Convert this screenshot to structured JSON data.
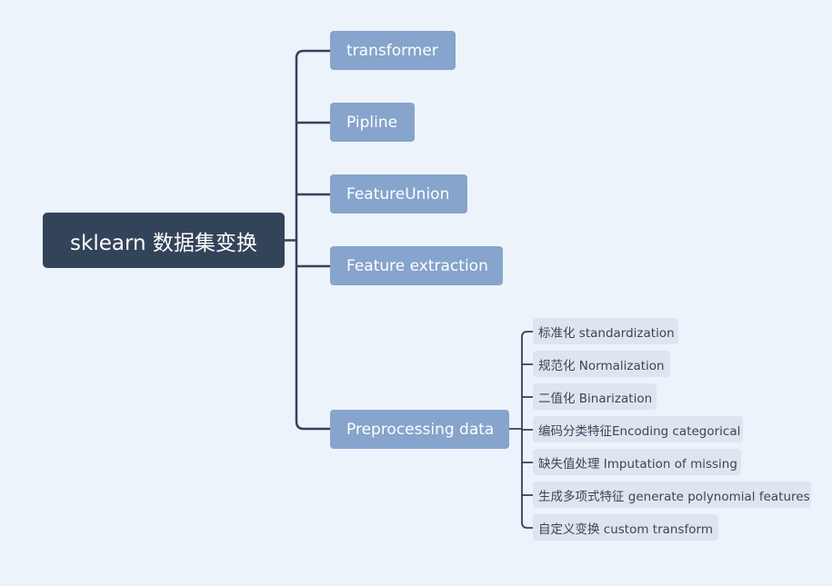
{
  "colors": {
    "background": "#ecf3fb",
    "root_fill": "#33435a",
    "branch_fill": "#86a4cc",
    "leaf_fill": "#dde6f0",
    "connector": "#33435a"
  },
  "root": {
    "label": "sklearn 数据集变换"
  },
  "branches": [
    {
      "label": "transformer"
    },
    {
      "label": "Pipline"
    },
    {
      "label": "FeatureUnion"
    },
    {
      "label": "Feature extraction"
    },
    {
      "label": "Preprocessing data"
    }
  ],
  "preprocessing_children": [
    {
      "label": "标准化 standardization"
    },
    {
      "label": "规范化 Normalization"
    },
    {
      "label": "二值化 Binarization"
    },
    {
      "label": "编码分类特征Encoding categorical"
    },
    {
      "label": "缺失值处理 Imputation of missing"
    },
    {
      "label": "生成多项式特征 generate polynomial features"
    },
    {
      "label": "自定义变换 custom transform"
    }
  ]
}
